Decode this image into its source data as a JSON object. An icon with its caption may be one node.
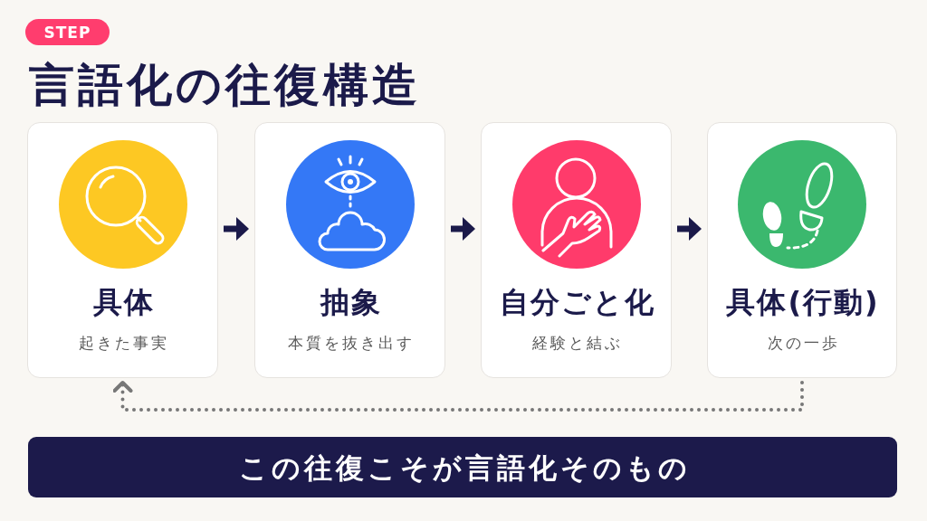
{
  "diagram": {
    "title": "言語化の往復構造",
    "nodes": [
      {
        "text": [
          "STEP"
        ]
      },
      {
        "text": [
          "具体",
          "起きた事実"
        ]
      },
      {
        "text": [
          "抽象",
          "本質を抜き出す"
        ]
      },
      {
        "text": [
          "自分ごと化",
          "経験と結ぶ"
        ]
      },
      {
        "text": [
          "具体(行動)",
          "次の一歩"
        ]
      },
      {
        "text": [
          "この往復こそが言語化そのもの"
        ]
      }
    ],
    "edges": [
      {
        "from": 1,
        "to": 2,
        "arrow": "to"
      },
      {
        "from": 2,
        "to": 3,
        "arrow": "to"
      },
      {
        "from": 3,
        "to": 4,
        "arrow": "to"
      },
      {
        "from": 4,
        "to": 1,
        "arrow": "to",
        "style": "dashed",
        "color": "#777777"
      }
    ]
  }
}
